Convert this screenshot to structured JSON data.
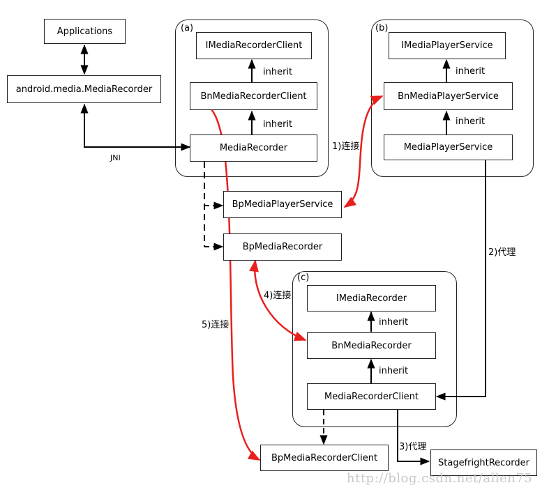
{
  "nodes": {
    "applications": "Applications",
    "media_recorder_api": "android.media.MediaRecorder",
    "a_imediarecorderclient": "IMediaRecorderClient",
    "a_bnmediarecorderclient": "BnMediaRecorderClient",
    "a_mediarecorder": "MediaRecorder",
    "b_imediaplayerservice": "IMediaPlayerService",
    "b_bnmediaplayerservice": "BnMediaPlayerService",
    "b_mediaplayerservice": "MediaPlayerService",
    "bpmediaplayerservice": "BpMediaPlayerService",
    "bpmediarecorder": "BpMediaRecorder",
    "c_imediarecorder": "IMediaRecorder",
    "c_bnmediarecorder": "BnMediaRecorder",
    "c_mediarecorderclient": "MediaRecorderClient",
    "bpmediarecorderclient": "BpMediaRecorderClient",
    "stagefrightrecorder": "StagefrightRecorder"
  },
  "groups": {
    "a": "(a)",
    "b": "(b)",
    "c": "(c)"
  },
  "edge_labels": {
    "inherit": "inherit",
    "jni": "JNI",
    "connect_1": "1)连接",
    "proxy_2": "2)代理",
    "proxy_3": "3)代理",
    "connect_4": "4)连接",
    "connect_5": "5)连接"
  },
  "watermark": "http://blog.csdn.net/allen75",
  "colors": {
    "line": "#000000",
    "connect": "#e8201e",
    "watermark": "#c8c8c8"
  }
}
